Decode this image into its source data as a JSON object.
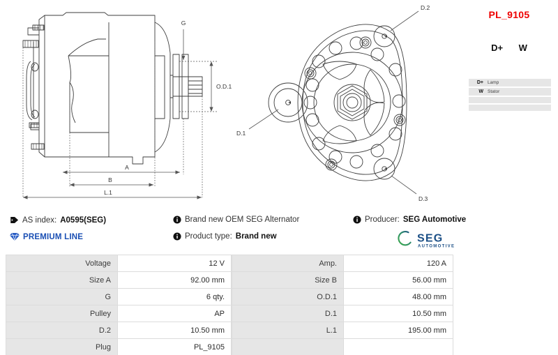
{
  "part_code": "PL_9105",
  "plug_view": {
    "pins": [
      "D+",
      "W"
    ]
  },
  "legend": {
    "rows": [
      {
        "pin": "D+",
        "desc": "Lamp"
      },
      {
        "pin": "W",
        "desc": "Stator"
      },
      {
        "pin": "",
        "desc": ""
      },
      {
        "pin": "",
        "desc": ""
      }
    ]
  },
  "info": {
    "as_index_label": "AS index:",
    "as_index_value": "A0595(SEG)",
    "premium_line": "PREMIUM LINE",
    "brand_new_text": "Brand new OEM SEG Alternator",
    "product_type_label": "Product type:",
    "product_type_value": "Brand new",
    "producer_label": "Producer:",
    "producer_value": "SEG Automotive"
  },
  "logo": {
    "name": "SEG",
    "sub": "AUTOMOTIVE",
    "arc_color_green": "#3aa94a",
    "arc_color_blue": "#1b4f86",
    "text_color": "#1b4f86"
  },
  "specs": {
    "left": [
      {
        "label": "Voltage",
        "value": "12 V"
      },
      {
        "label": "Size A",
        "value": "92.00 mm"
      },
      {
        "label": "G",
        "value": "6 qty."
      },
      {
        "label": "Pulley",
        "value": "AP"
      },
      {
        "label": "D.2",
        "value": "10.50 mm"
      },
      {
        "label": "Plug",
        "value": "PL_9105"
      }
    ],
    "right": [
      {
        "label": "Amp.",
        "value": "120 A"
      },
      {
        "label": "Size B",
        "value": "56.00 mm"
      },
      {
        "label": "O.D.1",
        "value": "48.00 mm"
      },
      {
        "label": "D.1",
        "value": "10.50 mm"
      },
      {
        "label": "L.1",
        "value": "195.00 mm"
      },
      {
        "label": "",
        "value": ""
      }
    ]
  },
  "drawings": {
    "side_view": {
      "dimension_labels": [
        "G",
        "O.D.1",
        "A",
        "B",
        "L.1"
      ]
    },
    "front_view": {
      "callout_labels": [
        "D.2",
        "D.1",
        "D.3"
      ]
    }
  },
  "colors": {
    "accent_red": "#ee0000",
    "premium_blue": "#1a4fb4",
    "table_label_bg": "#e6e6e6",
    "line": "#444444"
  }
}
